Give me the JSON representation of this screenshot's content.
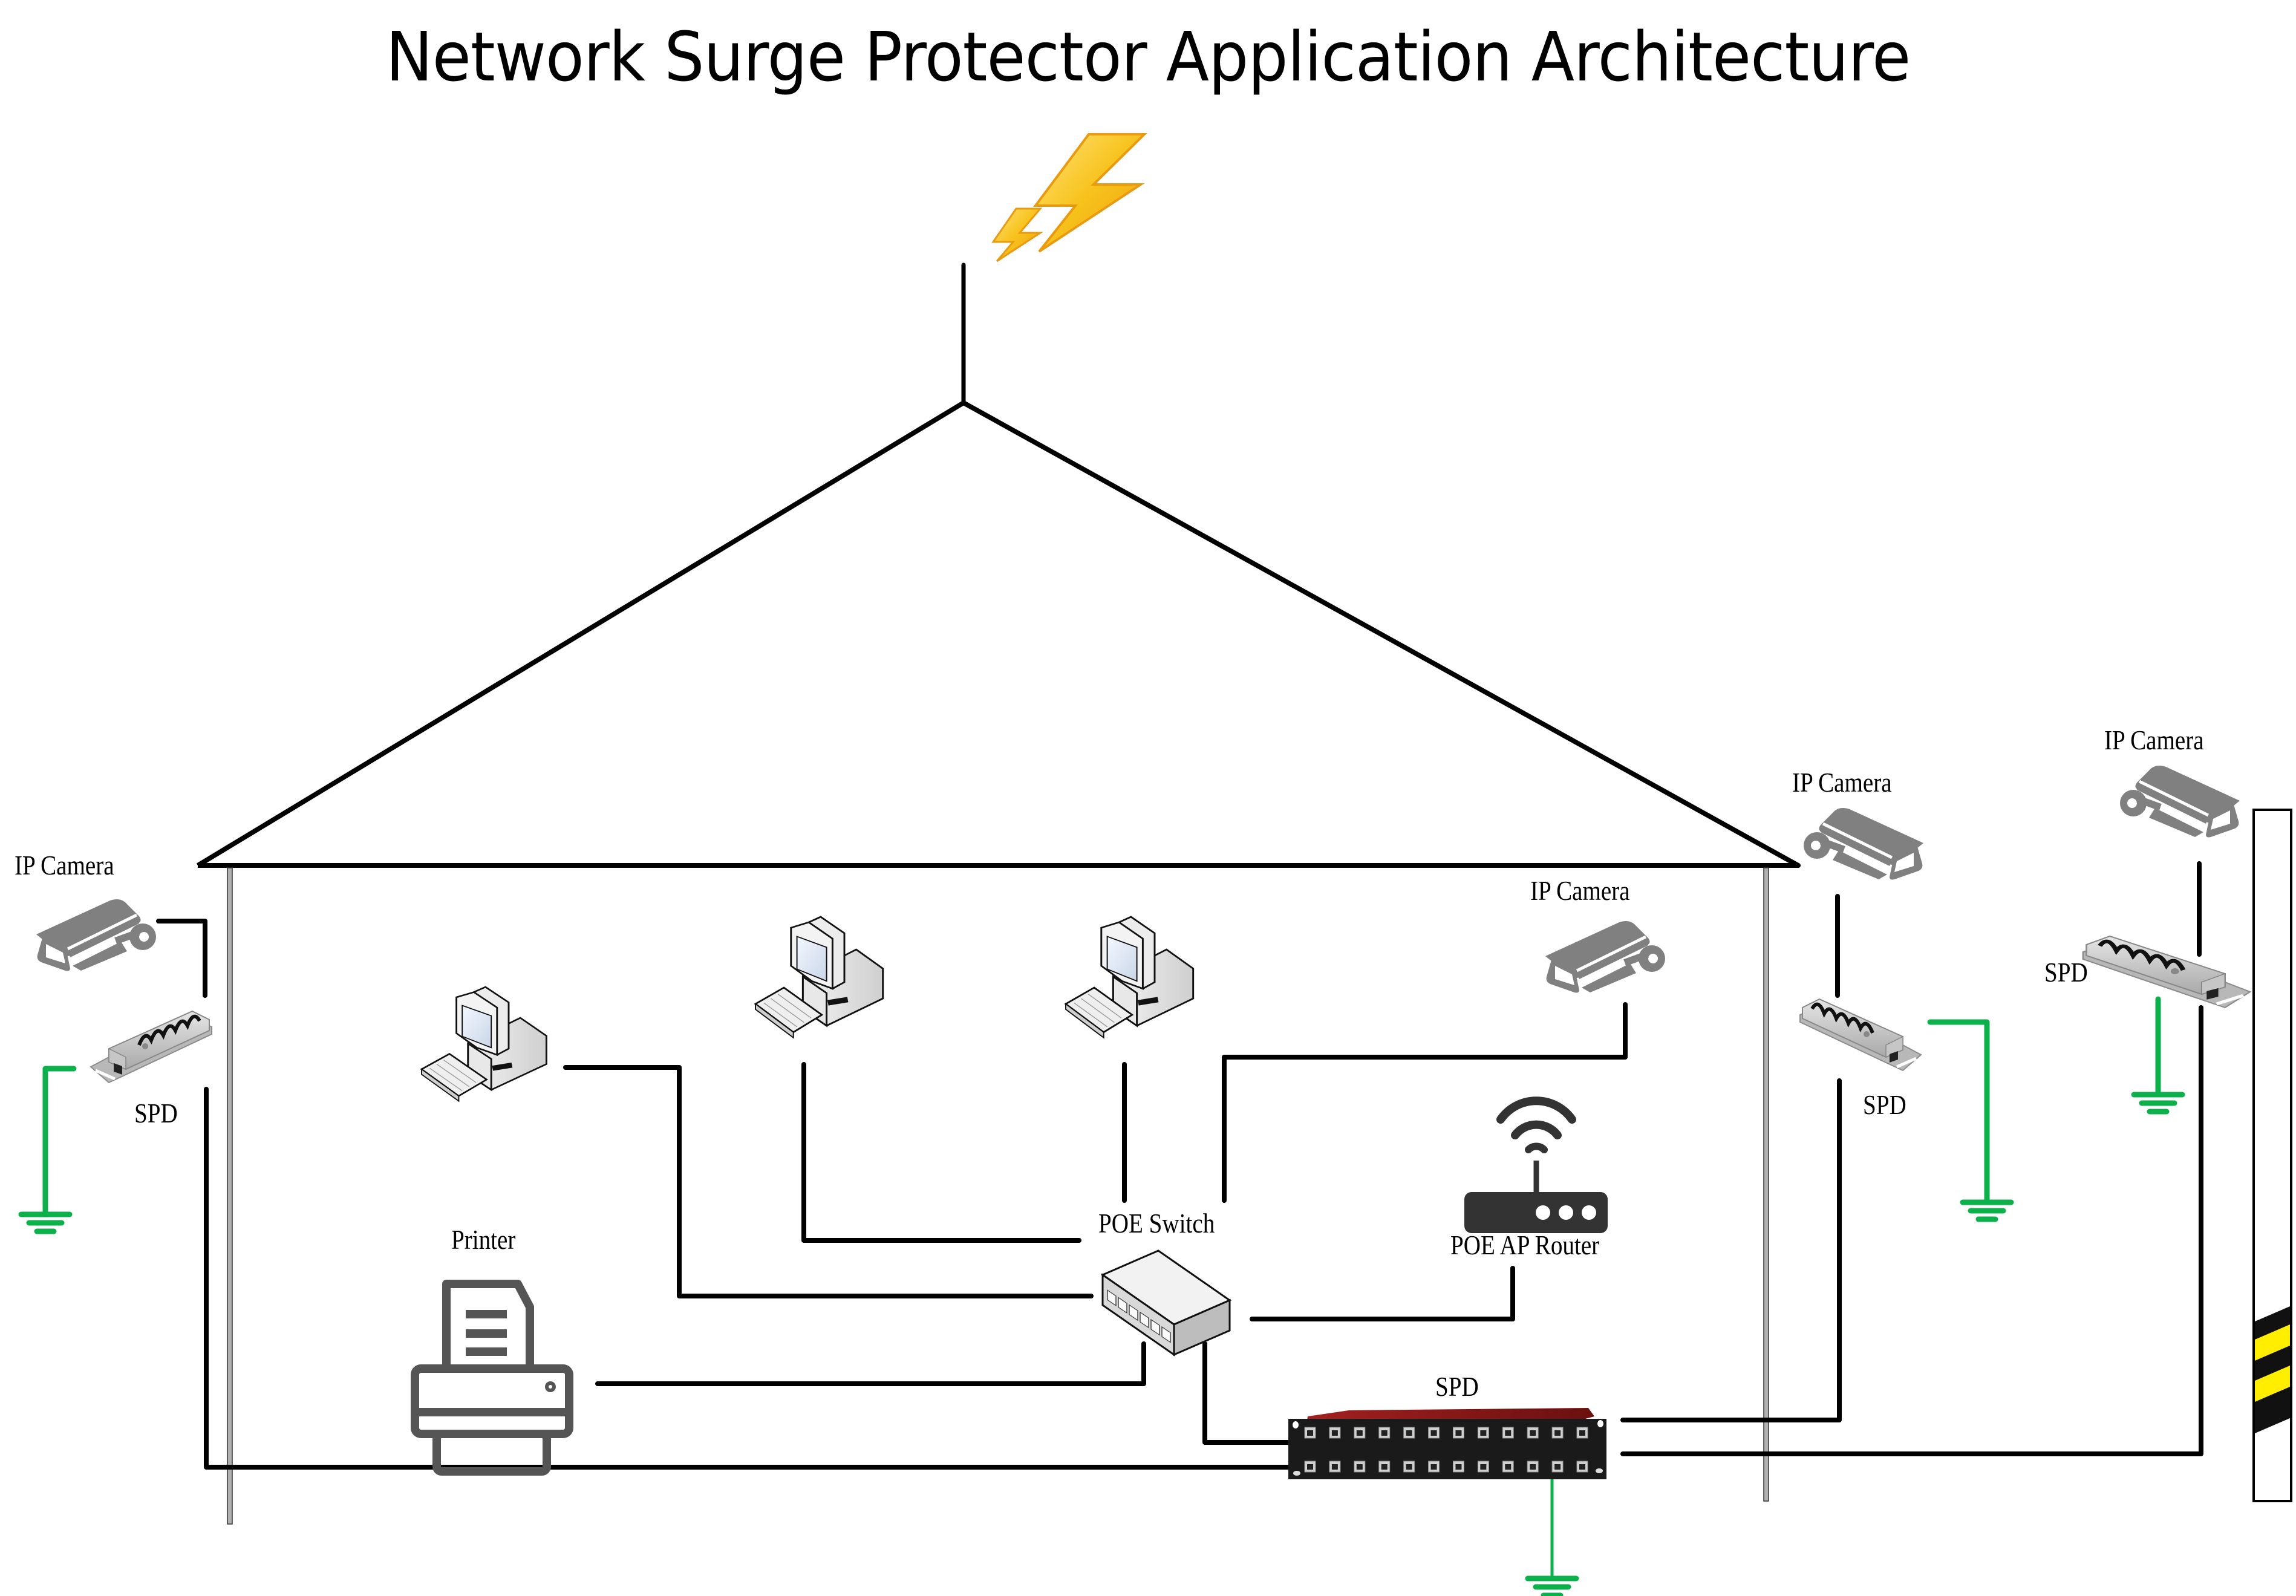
{
  "title": "Network Surge Protector Application Architecture",
  "icons": {
    "lightning": "lightning-bolt-icon",
    "camera": "ip-camera-icon",
    "computer": "desktop-computer-icon",
    "printer": "printer-icon",
    "switch": "poe-switch-icon",
    "router": "wifi-router-icon",
    "spd_small": "inline-surge-protector",
    "spd_rack": "rack-surge-protector",
    "ground": "ground-symbol-icon",
    "pole": "striped-pole"
  },
  "colors": {
    "wire": "#000000",
    "ground": "#0db14b",
    "icon_gray": "#808080",
    "router": "#333333",
    "rack_lid": "#8b1a1a",
    "rack_panel": "#1a1a1a",
    "pole_stripe_yellow": "#ffee00",
    "bolt": "#f5c518"
  },
  "labels": {
    "camera_left": "IP Camera",
    "spd_left": "SPD",
    "printer": "Printer",
    "poe_switch": "POE Switch",
    "camera_inside": "IP Camera",
    "router": "POE AP Router",
    "spd_rack": "SPD",
    "camera_right": "IP Camera",
    "spd_right": "SPD",
    "camera_far_right": "IP Camera",
    "spd_far_right": "SPD"
  },
  "rack_spd": {
    "ports_top_row": 12,
    "ports_bottom_row": 12
  },
  "poe_switch": {
    "ports": 6
  }
}
